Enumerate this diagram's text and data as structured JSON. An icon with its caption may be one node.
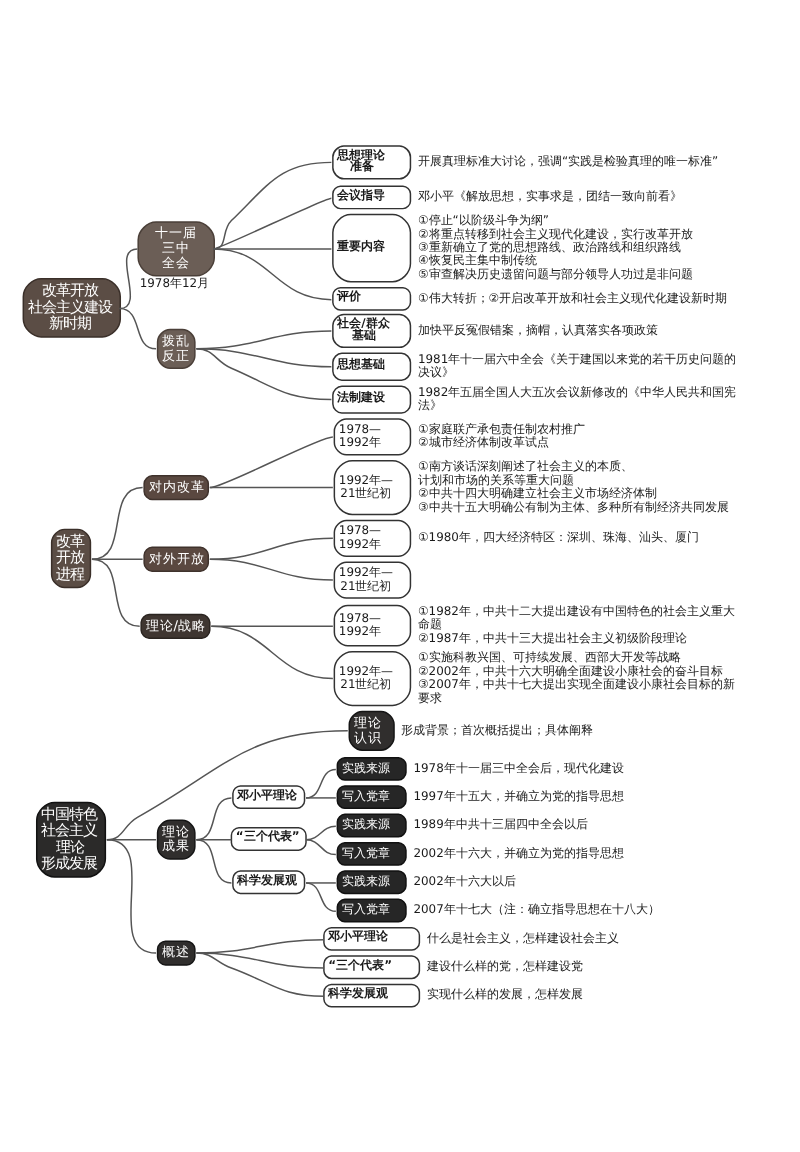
{
  "diagram": {
    "nodes": [
      {
        "text": [
          "改革开放社会主义建设新时期"
        ]
      },
      {
        "text": [
          "十一届三中全会"
        ],
        "beside": [
          "1978年12月"
        ]
      },
      {
        "text": [
          "思想理论准备"
        ],
        "beside": [
          "开展真理标准大讨论，强调“实践是检验真理的唯一标准”"
        ]
      },
      {
        "text": [
          "会议指导"
        ],
        "beside": [
          "邓小平《解放思想，实事求是，团结一致向前看》"
        ]
      },
      {
        "text": [
          "重要内容"
        ],
        "beside": [
          "①停止“以阶级斗争为纲”",
          "②将重点转移到社会主义现代化建设，实行改革开放",
          "③重新确立了党的思想路线、政治路线和组织路线",
          "④恢复民主集中制传统",
          "⑤审查解决历史遗留问题与部分领导人功过是非问题"
        ]
      },
      {
        "text": [
          "评价"
        ],
        "beside": [
          "①伟大转折；②开启改革开放和社会主义现代化建设新时期"
        ]
      },
      {
        "text": [
          "拨乱反正"
        ]
      },
      {
        "text": [
          "社会/群众基础"
        ],
        "beside": [
          "加快平反冤假错案，摘帽，认真落实各项政策"
        ]
      },
      {
        "text": [
          "思想基础"
        ],
        "beside": [
          "1981年十一届六中全会《关于建国以来党的若干历史问题的决议》"
        ]
      },
      {
        "text": [
          "法制建设"
        ],
        "beside": [
          "1982年五届全国人大五次会议新修改的《中华人民共和国宪法》"
        ]
      },
      {
        "text": [
          "改革开放进程"
        ]
      },
      {
        "text": [
          "对内改革"
        ]
      },
      {
        "text": [
          "1978—1992年"
        ],
        "beside": [
          "①家庭联产承包责任制农村推广",
          "②城市经济体制改革试点"
        ]
      },
      {
        "text": [
          "1992年—21世纪初"
        ],
        "beside": [
          "①南方谈话深刻阐述了社会主义的本质、计划和市场的关系等重大问题",
          "②中共十四大明确建立社会主义市场经济体制",
          "③中共十五大明确公有制为主体、多种所有制经济共同发展"
        ]
      },
      {
        "text": [
          "对外开放"
        ]
      },
      {
        "text": [
          "1978—1992年"
        ],
        "beside": [
          "①1980年，四大经济特区：深圳、珠海、汕头、厦门"
        ]
      },
      {
        "text": [
          "1992年—21世纪初"
        ]
      },
      {
        "text": [
          "理论/战略"
        ]
      },
      {
        "text": [
          "1978—1992年"
        ],
        "beside": [
          "①1982年，中共十二大提出建设有中国特色的社会主义重大命题",
          "②1987年，中共十三大提出社会主义初级阶段理论"
        ]
      },
      {
        "text": [
          "1992年—21世纪初"
        ],
        "beside": [
          "①实施科教兴国、可持续发展、西部大开发等战略",
          "②2002年，中共十六大明确全面建设小康社会的奋斗目标",
          "③2007年，中共十七大提出实现全面建设小康社会目标的新要求"
        ]
      },
      {
        "text": [
          "中国特色社会主义理论形成发展"
        ]
      },
      {
        "text": [
          "理论认识"
        ],
        "beside": [
          "形成背景；首次概括提出；具体阐释"
        ]
      },
      {
        "text": [
          "理论成果"
        ]
      },
      {
        "text": [
          "邓小平理论"
        ]
      },
      {
        "text": [
          "实践来源"
        ],
        "beside": [
          "1978年十一届三中全会后，现代化建设"
        ]
      },
      {
        "text": [
          "写入党章"
        ],
        "beside": [
          "1997年十五大，并确立为党的指导思想"
        ]
      },
      {
        "text": [
          "“三个代表”"
        ]
      },
      {
        "text": [
          "实践来源"
        ],
        "beside": [
          "1989年中共十三届四中全会以后"
        ]
      },
      {
        "text": [
          "写入党章"
        ],
        "beside": [
          "2002年十六大，并确立为党的指导思想"
        ]
      },
      {
        "text": [
          "科学发展观"
        ]
      },
      {
        "text": [
          "实践来源"
        ],
        "beside": [
          "2002年十六大以后"
        ]
      },
      {
        "text": [
          "写入党章"
        ],
        "beside": [
          "2007年十七大（注：确立指导思想在十八大）"
        ]
      },
      {
        "text": [
          "概述"
        ]
      },
      {
        "text": [
          "邓小平理论"
        ],
        "beside": [
          "什么是社会主义，怎样建设社会主义"
        ]
      },
      {
        "text": [
          "“三个代表”"
        ],
        "beside": [
          "建设什么样的党，怎样建设党"
        ]
      },
      {
        "text": [
          "科学发展观"
        ],
        "beside": [
          "实现什么样的发展，怎样发展"
        ]
      }
    ],
    "edges": [
      {
        "from": 0,
        "to": 1,
        "arrow": "none"
      },
      {
        "from": 1,
        "to": 2,
        "arrow": "none"
      },
      {
        "from": 1,
        "to": 3,
        "arrow": "none"
      },
      {
        "from": 1,
        "to": 4,
        "arrow": "none"
      },
      {
        "from": 1,
        "to": 5,
        "arrow": "none"
      },
      {
        "from": 0,
        "to": 6,
        "arrow": "none"
      },
      {
        "from": 6,
        "to": 7,
        "arrow": "none"
      },
      {
        "from": 6,
        "to": 8,
        "arrow": "none"
      },
      {
        "from": 6,
        "to": 9,
        "arrow": "none"
      },
      {
        "from": 10,
        "to": 11,
        "arrow": "none"
      },
      {
        "from": 11,
        "to": 12,
        "arrow": "none"
      },
      {
        "from": 11,
        "to": 13,
        "arrow": "none"
      },
      {
        "from": 10,
        "to": 14,
        "arrow": "none"
      },
      {
        "from": 14,
        "to": 15,
        "arrow": "none"
      },
      {
        "from": 14,
        "to": 16,
        "arrow": "none"
      },
      {
        "from": 10,
        "to": 17,
        "arrow": "none"
      },
      {
        "from": 17,
        "to": 18,
        "arrow": "none"
      },
      {
        "from": 17,
        "to": 19,
        "arrow": "none"
      },
      {
        "from": 20,
        "to": 21,
        "arrow": "none"
      },
      {
        "from": 20,
        "to": 22,
        "arrow": "none"
      },
      {
        "from": 22,
        "to": 23,
        "arrow": "none"
      },
      {
        "from": 23,
        "to": 24,
        "arrow": "none"
      },
      {
        "from": 23,
        "to": 25,
        "arrow": "none"
      },
      {
        "from": 22,
        "to": 26,
        "arrow": "none"
      },
      {
        "from": 26,
        "to": 27,
        "arrow": "none"
      },
      {
        "from": 26,
        "to": 28,
        "arrow": "none"
      },
      {
        "from": 22,
        "to": 29,
        "arrow": "none"
      },
      {
        "from": 29,
        "to": 30,
        "arrow": "none"
      },
      {
        "from": 29,
        "to": 31,
        "arrow": "none"
      },
      {
        "from": 20,
        "to": 32,
        "arrow": "none"
      },
      {
        "from": 32,
        "to": 33,
        "arrow": "none"
      },
      {
        "from": 32,
        "to": 34,
        "arrow": "none"
      },
      {
        "from": 32,
        "to": 35,
        "arrow": "none"
      }
    ]
  }
}
